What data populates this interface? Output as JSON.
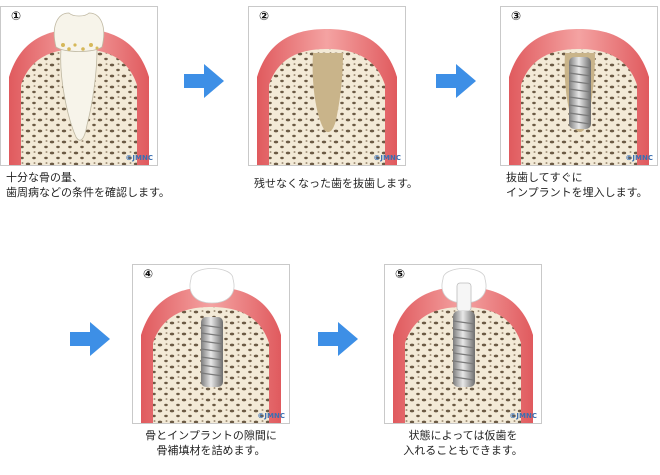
{
  "steps": [
    {
      "number": "①",
      "copyright": "©JMNC",
      "caption_lines": [
        "十分な骨の量、",
        "歯周病などの条件を確認します。"
      ]
    },
    {
      "number": "②",
      "copyright": "©JMNC",
      "caption_lines": [
        "残せなくなった歯を抜歯します。"
      ]
    },
    {
      "number": "③",
      "copyright": "©JMNC",
      "caption_lines": [
        "抜歯してすぐに",
        "インプラントを埋入します。"
      ]
    },
    {
      "number": "④",
      "copyright": "©JMNC",
      "caption_lines": [
        "骨とインプラントの隙間に",
        "骨補填材を詰めます。"
      ]
    },
    {
      "number": "⑤",
      "copyright": "©JMNC",
      "caption_lines": [
        "状態によっては仮歯を",
        "入れることもできます。"
      ]
    }
  ],
  "colors": {
    "arrow": "#3d8fe6",
    "gum": "#e8787a",
    "bone": "#f1e7d2",
    "socket": "#c9b48a"
  }
}
